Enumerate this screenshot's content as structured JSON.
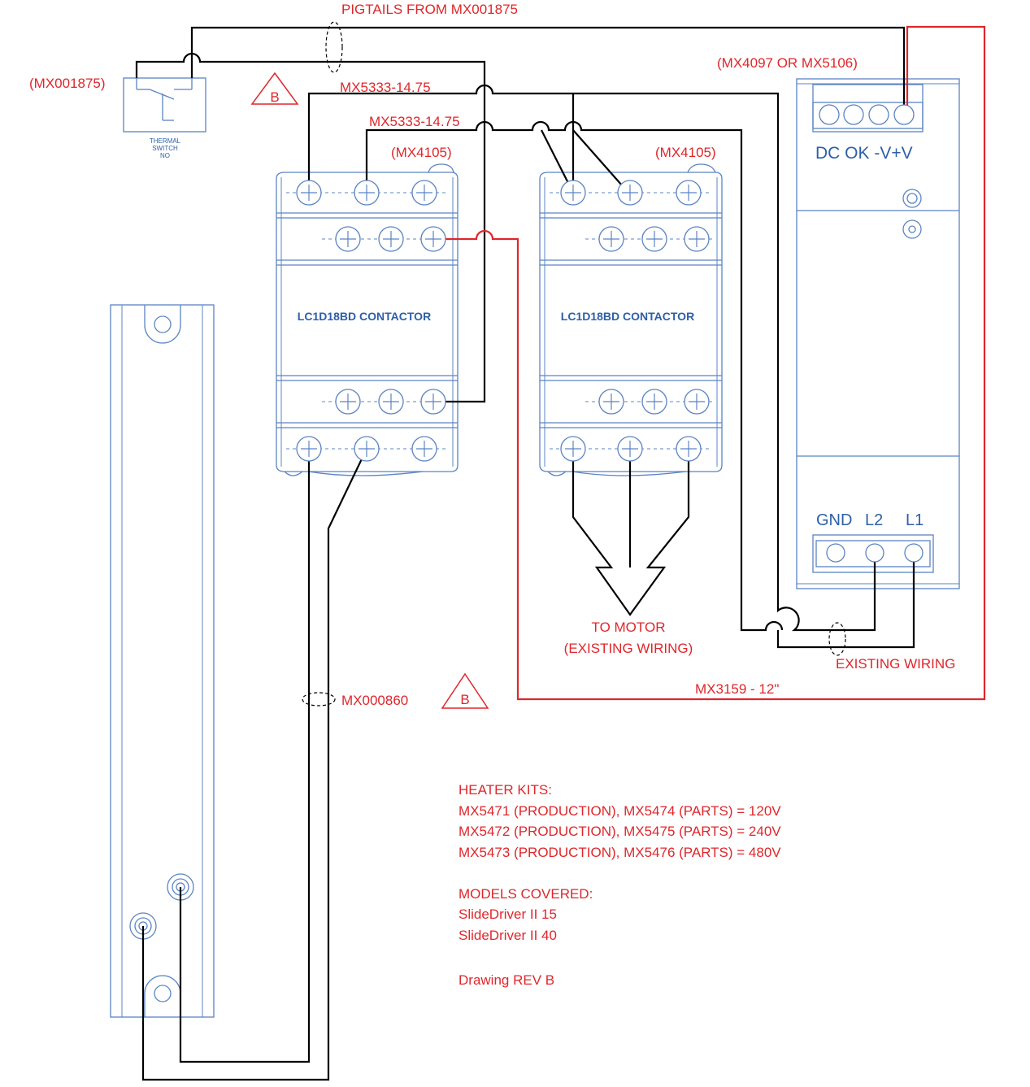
{
  "labels": {
    "pigtails": "PIGTAILS FROM MX001875",
    "thermal_ref": "(MX001875)",
    "switch_line1": "THERMAL",
    "switch_line2": "SWITCH",
    "switch_line3": "NO",
    "psu_ref": "(MX4097 OR MX5106)",
    "cable_a": "MX5333-14.75",
    "cable_b": "MX5333-14.75",
    "contactor_ref_1": "(MX4105)",
    "contactor_ref_2": "(MX4105)",
    "contactor_name_1": "LC1D18BD CONTACTOR",
    "contactor_name_2": "LC1D18BD CONTACTOR",
    "psu_top_terminals": "DC OK -V+V",
    "psu_gnd": "GND",
    "psu_l2": "L2",
    "psu_l1": "L1",
    "to_motor_1": "TO MOTOR",
    "to_motor_2": "(EXISTING WIRING)",
    "existing_wiring": "EXISTING WIRING",
    "mx3159": "MX3159 - 12\"",
    "mx000860": "MX000860",
    "rev_mark_1": "B",
    "rev_mark_2": "B"
  },
  "notes": {
    "heater_title": "HEATER KITS:",
    "heater_lines": [
      "MX5471 (PRODUCTION), MX5474 (PARTS) = 120V",
      "MX5472 (PRODUCTION), MX5475 (PARTS) = 240V",
      "MX5473 (PRODUCTION), MX5476 (PARTS) = 480V"
    ],
    "models_title": "MODELS COVERED:",
    "models": [
      "SlideDriver II 15",
      "SlideDriver II 40"
    ],
    "drawing_rev": "Drawing REV B"
  },
  "colors": {
    "annotation": "#e0262b",
    "device_outline": "#5b84c4",
    "wire": "#000000",
    "dc_wire": "#e0262b"
  }
}
